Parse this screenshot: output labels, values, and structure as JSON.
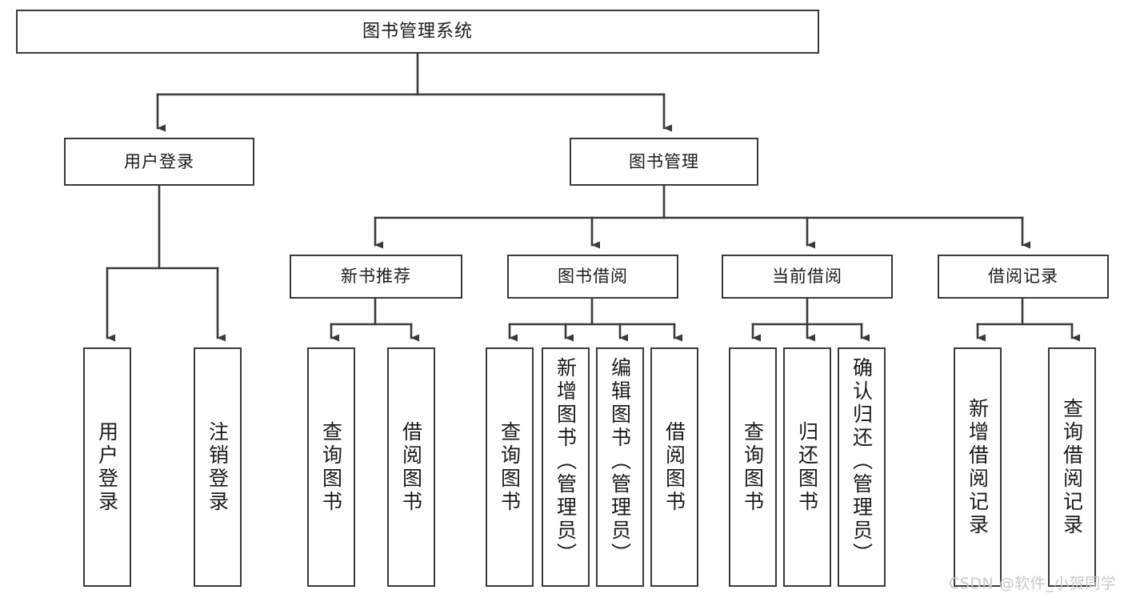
{
  "diagram": {
    "title": "图书管理系统",
    "watermark": "CSDN @软件_小贺同学",
    "line_color": "#3a3a3a",
    "box_fill": "#ffffff",
    "text_color": "#1a1a1a",
    "watermark_color": "#c9c9c9",
    "root": {
      "label": "图书管理系统"
    },
    "level2": [
      {
        "label": "用户登录"
      },
      {
        "label": "图书管理"
      }
    ],
    "level3": [
      {
        "label": "新书推荐"
      },
      {
        "label": "图书借阅"
      },
      {
        "label": "当前借阅"
      },
      {
        "label": "借阅记录"
      }
    ],
    "leaves": {
      "user_login": [
        {
          "label": "用户登录"
        },
        {
          "label": "注销登录"
        }
      ],
      "new_book": [
        {
          "label": "查询图书"
        },
        {
          "label": "借阅图书"
        }
      ],
      "borrow_book": [
        {
          "label": "查询图书"
        },
        {
          "label": "新增图书（管理员）"
        },
        {
          "label": "编辑图书（管理员）"
        },
        {
          "label": "借阅图书"
        }
      ],
      "current_borrow": [
        {
          "label": "查询图书"
        },
        {
          "label": "归还图书"
        },
        {
          "label": "确认归还（管理员）"
        }
      ],
      "borrow_record": [
        {
          "label": "新增借阅记录"
        },
        {
          "label": "查询借阅记录"
        }
      ]
    }
  }
}
